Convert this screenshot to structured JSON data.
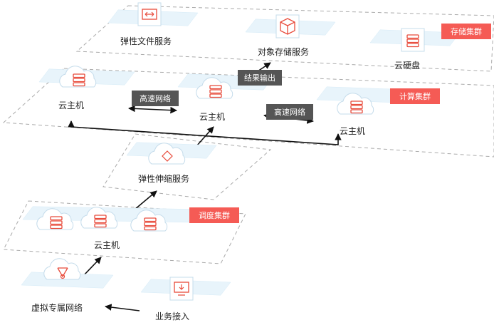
{
  "colors": {
    "block_top": "#e8f4fb",
    "block_front": "#cbe6f5",
    "block_side": "#a9d3ec",
    "tag_bg": "#f55b55",
    "link_bg": "#555555",
    "icon_accent": "#e84a3a",
    "dashed_border": "#aaaaaa"
  },
  "clusters": {
    "storage": {
      "tag": "存储集群"
    },
    "compute": {
      "tag": "计算集群"
    },
    "scheduling": {
      "tag": "调度集群"
    }
  },
  "nodes": {
    "file_service": {
      "label": "弹性文件服务",
      "icon": "file-arrows-icon"
    },
    "object_storage": {
      "label": "对象存储服务",
      "icon": "cube-icon"
    },
    "cloud_disk": {
      "label": "云硬盘",
      "icon": "server-icon"
    },
    "compute_vm_left": {
      "label": "云主机",
      "icon": "cloud-server-icon"
    },
    "compute_vm_mid": {
      "label": "云主机",
      "icon": "cloud-server-icon"
    },
    "compute_vm_right": {
      "label": "云主机",
      "icon": "cloud-server-icon"
    },
    "auto_scaling": {
      "label": "弹性伸缩服务",
      "icon": "cloud-scaling-icon"
    },
    "scheduling_vm": {
      "label": "云主机",
      "icon": "cloud-server-icon"
    },
    "vpc": {
      "label": "虚拟专属网络",
      "icon": "cloud-network-icon"
    },
    "access": {
      "label": "业务接入",
      "icon": "monitor-download-icon"
    }
  },
  "links": {
    "highspeed_left": "高速网络",
    "highspeed_right": "高速网络",
    "result_output": "结果输出"
  }
}
